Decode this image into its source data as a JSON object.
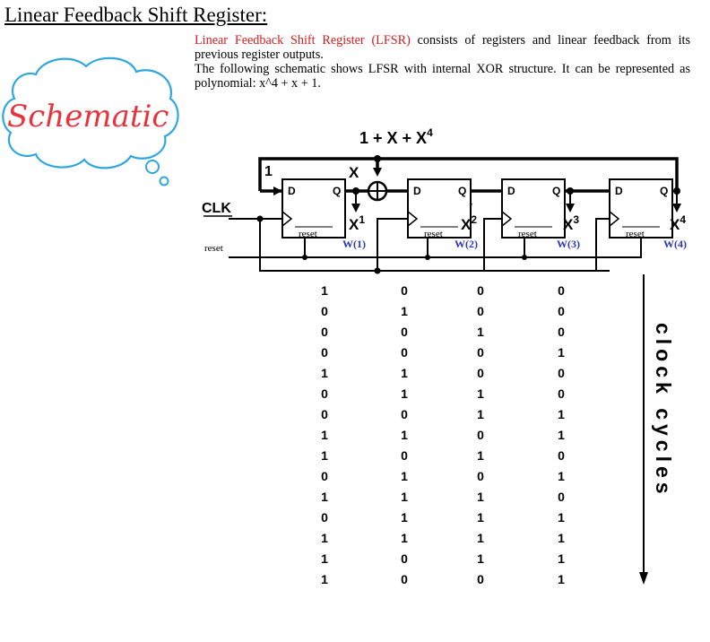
{
  "title": "Linear Feedback Shift  Register:",
  "description": {
    "highlight": "Linear Feedback Shift Register (LFSR)",
    "para1_rest": " consists of registers and linear feedback from its previous register outputs.",
    "para2": "The following schematic shows LFSR with internal XOR structure. It can be represented as polynomial: x^4 + x + 1."
  },
  "badge": {
    "label": "Schematic",
    "color": "#e8323c",
    "fill": "#ffffff",
    "stroke": "#2ea7e0"
  },
  "schematic": {
    "polynomial_label": "1 + X + X",
    "polynomial_exp": "4",
    "term_one": "1",
    "term_x": "X",
    "clk_label": "CLK",
    "reset_label": "reset",
    "flipflops": [
      {
        "d": "D",
        "q": "Q",
        "reset": "reset",
        "out": "X",
        "exp": "1",
        "w": "W(1)"
      },
      {
        "d": "D",
        "q": "Q",
        "reset": "reset",
        "out": "X",
        "exp": "2",
        "w": "W(2)"
      },
      {
        "d": "D",
        "q": "Q",
        "reset": "reset",
        "out": "X",
        "exp": "3",
        "w": "W(3)"
      },
      {
        "d": "D",
        "q": "Q",
        "reset": "reset",
        "out": "X",
        "exp": "4",
        "w": "W(4)"
      }
    ],
    "w_color": "#2a35b8"
  },
  "sequence": {
    "rows": [
      [
        "1",
        "0",
        "0",
        "0"
      ],
      [
        "0",
        "1",
        "0",
        "0"
      ],
      [
        "0",
        "0",
        "1",
        "0"
      ],
      [
        "0",
        "0",
        "0",
        "1"
      ],
      [
        "1",
        "1",
        "0",
        "0"
      ],
      [
        "0",
        "1",
        "1",
        "0"
      ],
      [
        "0",
        "0",
        "1",
        "1"
      ],
      [
        "1",
        "1",
        "0",
        "1"
      ],
      [
        "1",
        "0",
        "1",
        "0"
      ],
      [
        "0",
        "1",
        "0",
        "1"
      ],
      [
        "1",
        "1",
        "1",
        "0"
      ],
      [
        "0",
        "1",
        "1",
        "1"
      ],
      [
        "1",
        "1",
        "1",
        "1"
      ],
      [
        "1",
        "0",
        "1",
        "1"
      ],
      [
        "1",
        "0",
        "0",
        "1"
      ]
    ],
    "axis_label": "clock cycles"
  }
}
